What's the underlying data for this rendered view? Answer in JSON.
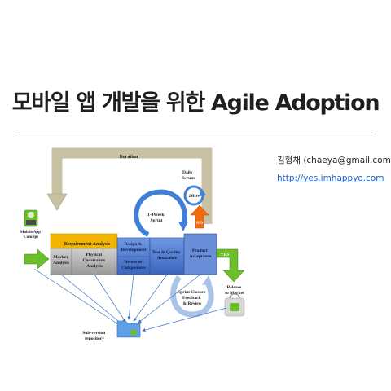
{
  "slide": {
    "title": "모바일 앱 개발을 위한 Agile Adoption",
    "author": "김형채 (chaeya@gmail.com)",
    "url": "http://yes.imhappyo.com"
  },
  "diagram": {
    "iteration": "Iteration",
    "daily_scrum": [
      "Daily",
      "Scrum"
    ],
    "hrs": "24Hrs",
    "sprint": [
      "1-4Week",
      "Sprint"
    ],
    "no_label": "NO",
    "yes_label": "YES",
    "mobile_app_concept": [
      "Mobile App",
      "Concept"
    ],
    "requirement_analysis": "Requirement Analysis",
    "market_analysis": [
      "Market",
      "Analysis"
    ],
    "physical_constraints": [
      "Physical",
      "Constraints",
      "Analysis"
    ],
    "design_development": [
      "Design &",
      "Development"
    ],
    "reuse_components": [
      "Re-use of",
      "Components"
    ],
    "test_quality": [
      "Test & Quality",
      "Assurance"
    ],
    "product_acceptance": [
      "Product",
      "Acceptance"
    ],
    "sprint_closure": [
      "Sprint Closure",
      "Feedback",
      "& Review"
    ],
    "release_to_market": [
      "Release",
      "to Market"
    ],
    "subversion_repository": [
      "Sub-version",
      "repository"
    ]
  },
  "colors": {
    "iteration_loop": "#c8c1a3",
    "requirement_bar": "#f2b400",
    "gray_box": "#a9a9a9",
    "blue_box": "#4f7bd0",
    "acceptance_box": "#6a8ed8",
    "green_arrow": "#6cbf2a",
    "no_arrow": "#f26b0f",
    "loop_blue": "#3f7fd6",
    "link_blue": "#1e5fc7"
  }
}
